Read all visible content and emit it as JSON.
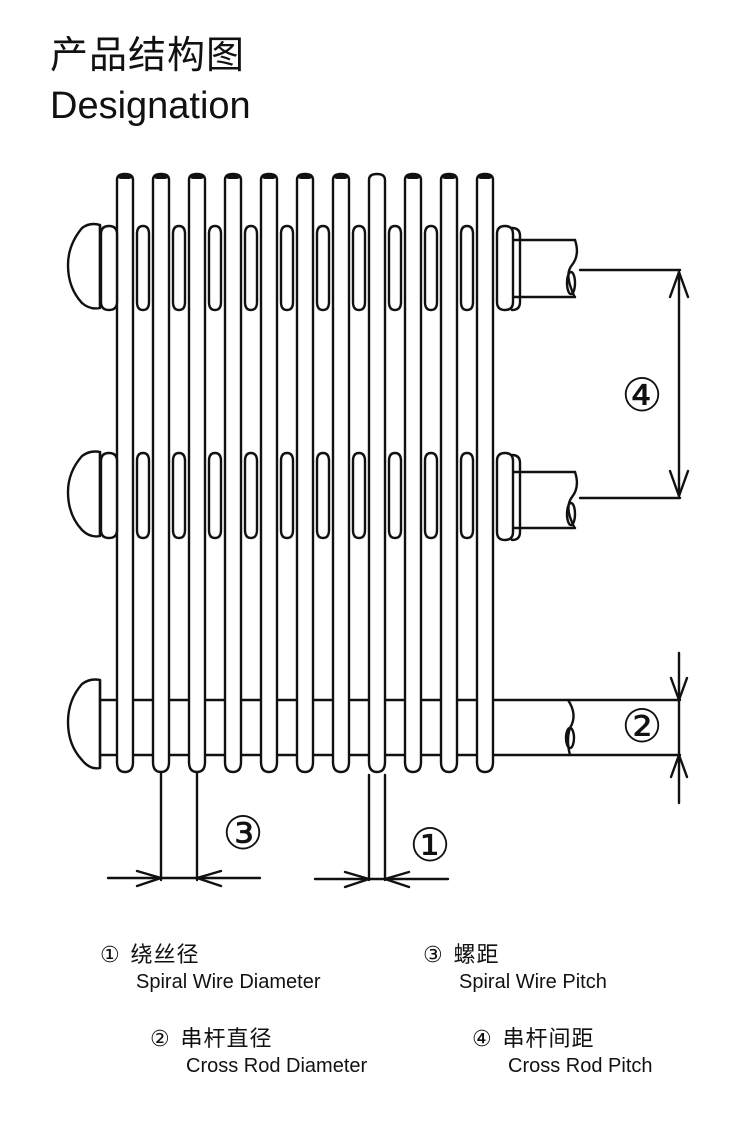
{
  "header": {
    "title_cn": "产品结构图",
    "title_en": "Designation"
  },
  "diagram": {
    "callouts": {
      "spiral_wire_diameter": "①",
      "cross_rod_diameter": "②",
      "spiral_wire_pitch": "③",
      "cross_rod_pitch": "④"
    },
    "line_color": "#111111",
    "wire_count": 11,
    "cross_rod_count": 3
  },
  "legend": {
    "items": [
      {
        "num": "①",
        "cn": "绕丝径",
        "en": "Spiral Wire Diameter"
      },
      {
        "num": "②",
        "cn": "串杆直径",
        "en": "Cross Rod Diameter"
      },
      {
        "num": "③",
        "cn": "螺距",
        "en": "Spiral Wire Pitch"
      },
      {
        "num": "④",
        "cn": "串杆间距",
        "en": "Cross Rod Pitch"
      }
    ]
  }
}
